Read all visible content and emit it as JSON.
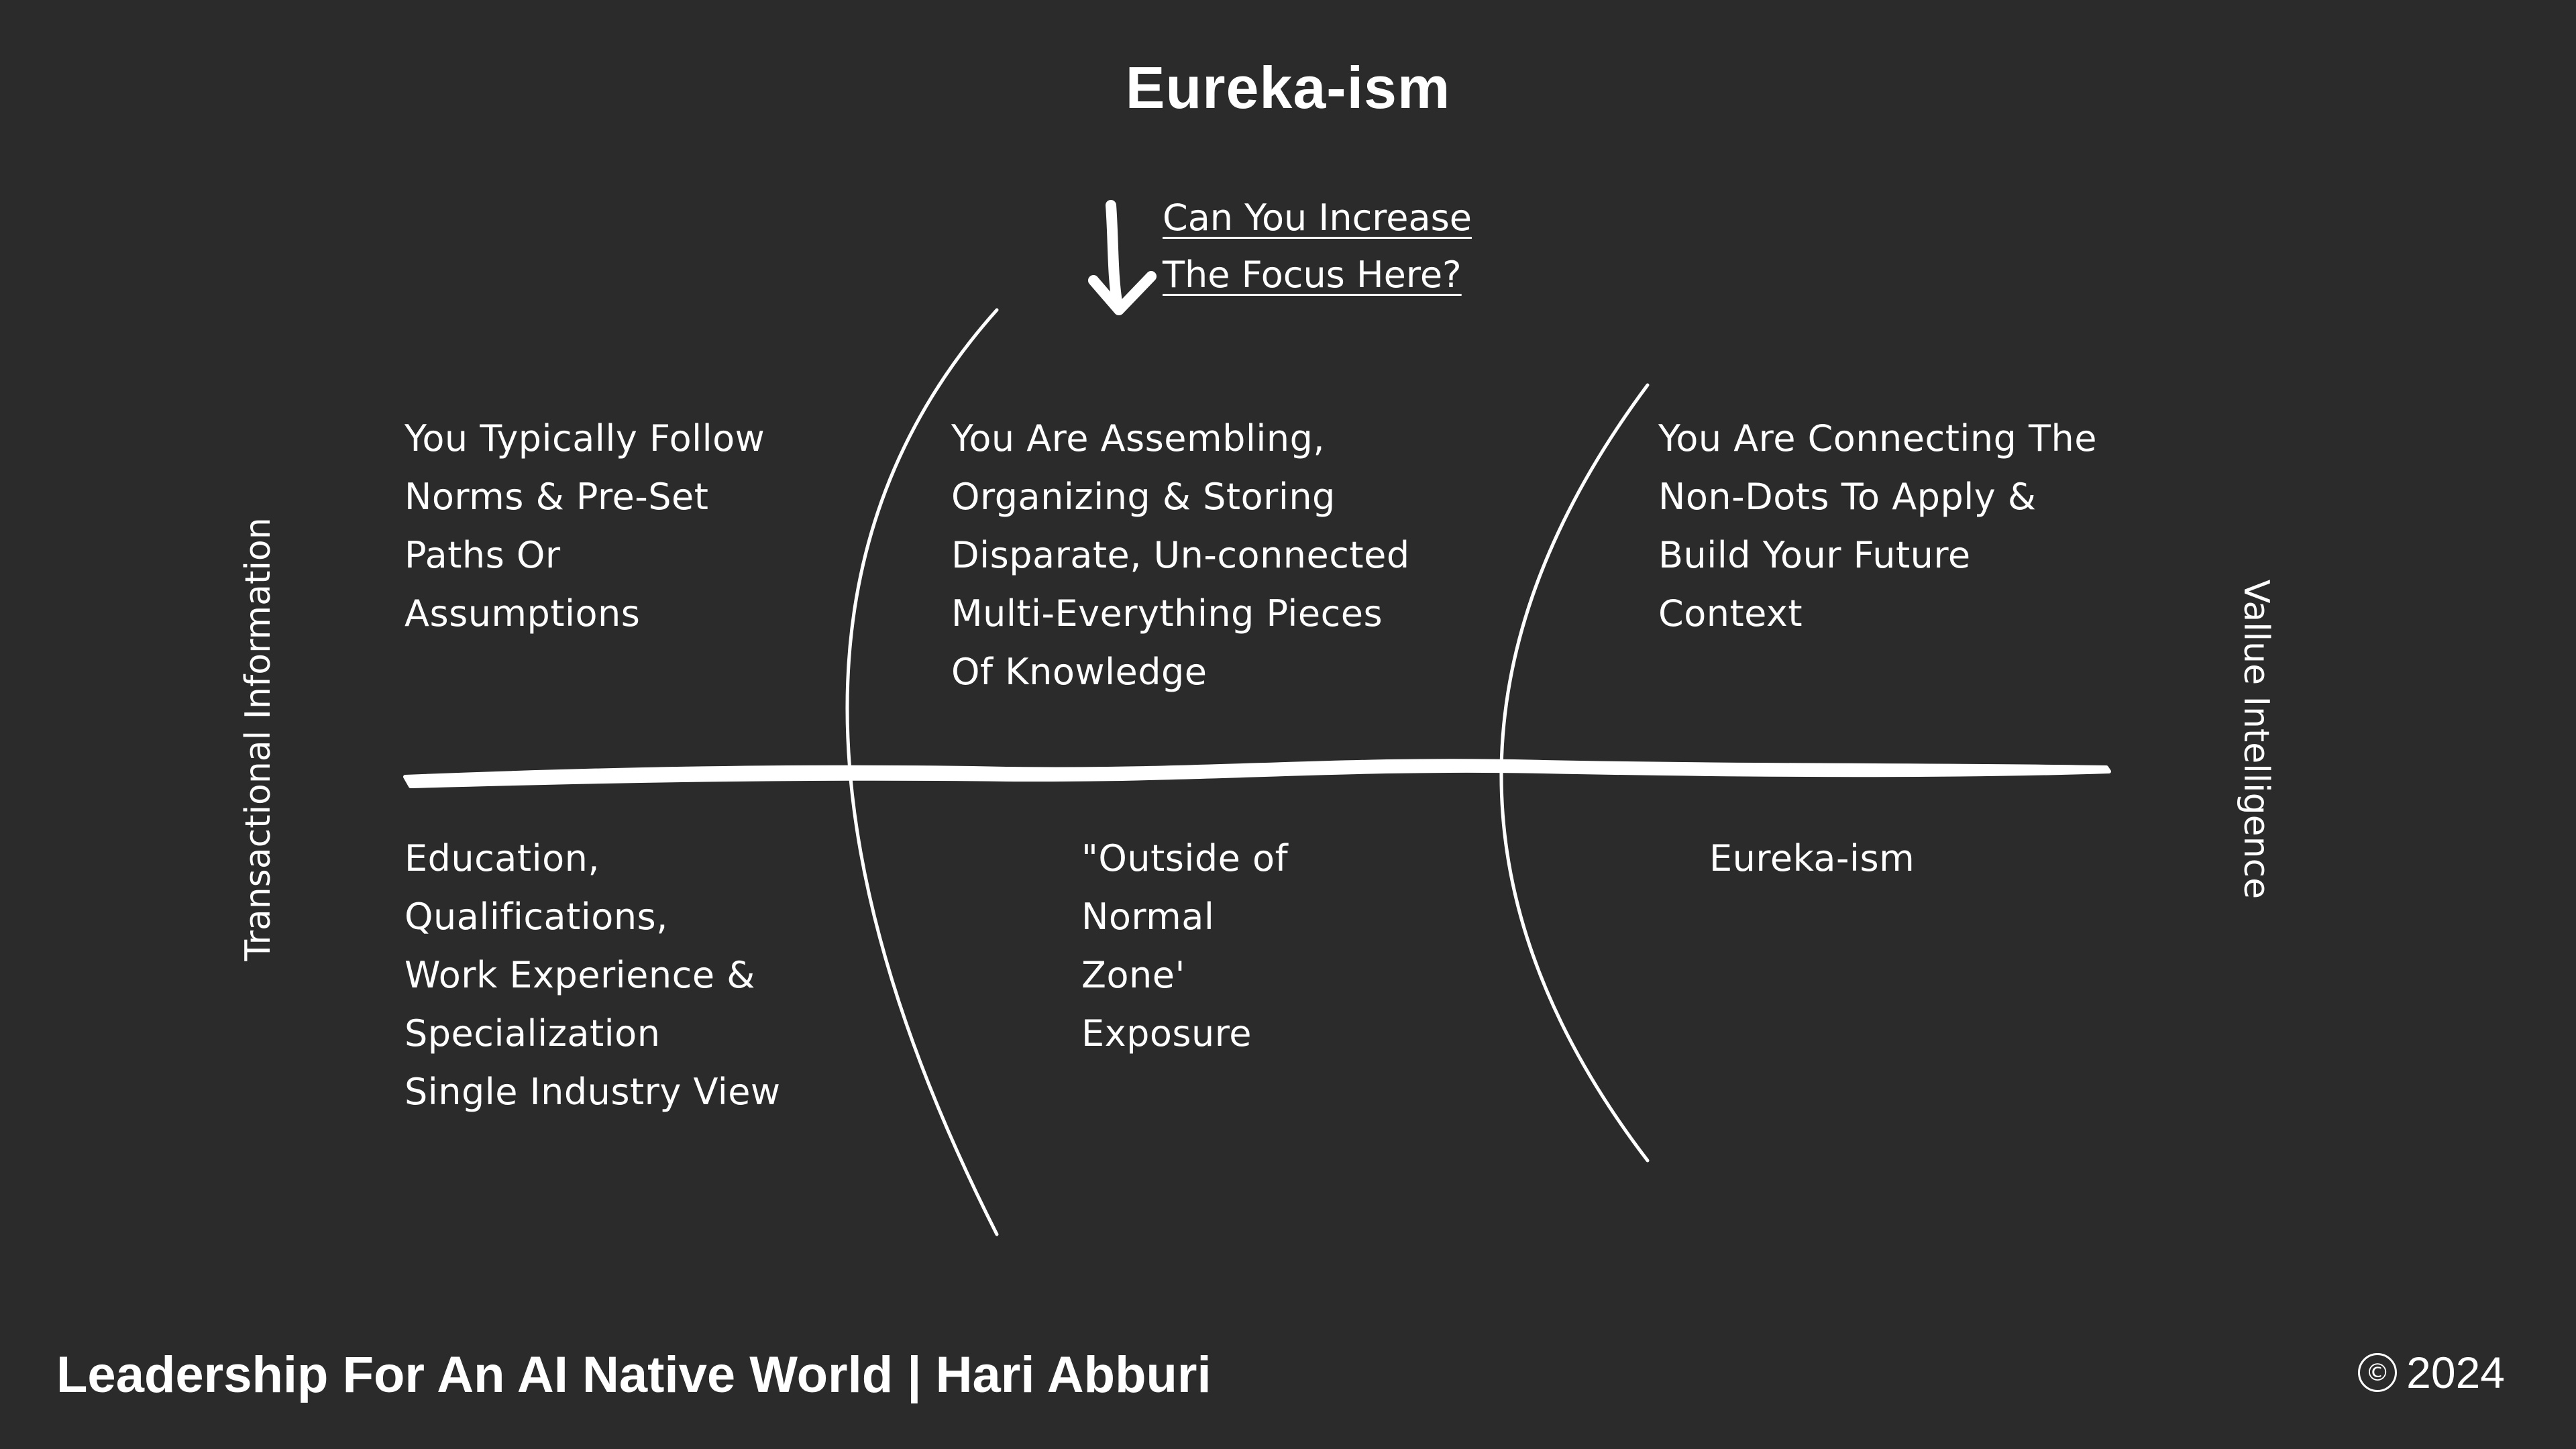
{
  "title": "Eureka-ism",
  "callout": {
    "line1": "Can You Increase",
    "line2": "The Focus Here?"
  },
  "axes": {
    "left": "Transactional Information",
    "right": "Vallue Intelligence"
  },
  "top_row": {
    "left": "You Typically Follow\nNorms & Pre-Set\nPaths Or\nAssumptions",
    "middle": "You Are Assembling,\nOrganizing & Storing\nDisparate, Un-connected\nMulti-Everything Pieces\nOf Knowledge",
    "right": "You Are Connecting The\nNon-Dots To Apply &\nBuild Your Future\nContext"
  },
  "bottom_row": {
    "left": "Education,\nQualifications,\nWork Experience &\nSpecialization\nSingle Industry View",
    "middle": "\"Outside of\nNormal\nZone'\nExposure",
    "right": "Eureka-ism"
  },
  "footer": {
    "text": "Leadership For An AI Native World | Hari Abburi",
    "copyright_symbol": "©",
    "year": "2024"
  },
  "colors": {
    "background": "#2b2b2b",
    "foreground": "#ffffff"
  }
}
